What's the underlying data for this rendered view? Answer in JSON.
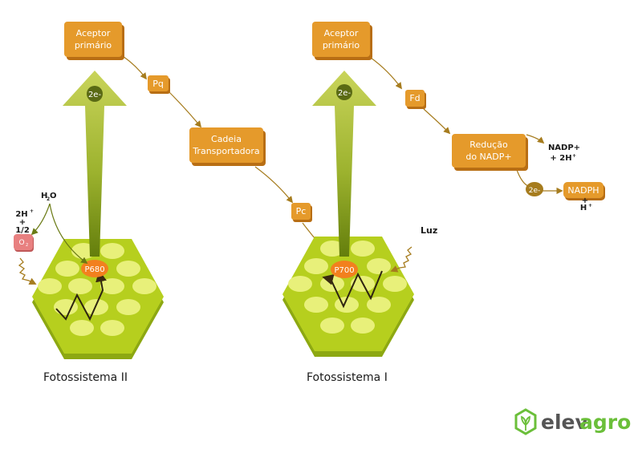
{
  "diagram": {
    "ps2": {
      "acceptor": [
        "Aceptor",
        "primário"
      ],
      "electrons": "2e-",
      "reaction_center": "P680",
      "photosystem_label": "Fotossistema II",
      "water": "H",
      "water_sub": "2",
      "water_o": "O",
      "products": [
        "2H",
        "+",
        "1/2"
      ],
      "products_sup": "+",
      "oxygen": "O",
      "oxygen_sub": "2"
    },
    "carriers": {
      "pq": "Pq",
      "chain": [
        "Cadeia",
        "Transportadora"
      ],
      "pc": "Pc",
      "fd": "Fd"
    },
    "ps1": {
      "acceptor": [
        "Aceptor",
        "primário"
      ],
      "electrons": "2e-",
      "reaction_center": "P700",
      "photosystem_label": "Fotossistema I",
      "light": "Luz"
    },
    "reduction": {
      "box": [
        "Redução",
        "do NADP+"
      ],
      "nadp": [
        "NADP+",
        "+ 2H"
      ],
      "nadp_sup": "+",
      "electrons": "2e-",
      "nadph": "NADPH",
      "nadph_products": [
        "+",
        "H"
      ],
      "nadph_sup": "+"
    },
    "colors": {
      "box_fill": "#E59A2B",
      "box_shadow": "#B86E14",
      "center_fill": "#F2801E",
      "hex_fill": "#B6CF1E",
      "hex_side": "#8DA812",
      "disk_fill": "#E8F07A",
      "arrow_top": "#B9C84A",
      "arrow_bottom": "#6E8A10",
      "electron_dot": "#5A6A14",
      "connector": "#A67C1E",
      "oxygen_fill": "#E88080",
      "logo_green": "#6BBF3A",
      "logo_gray": "#555555"
    }
  },
  "branding": {
    "logo_left": "elev",
    "logo_right": "agro"
  }
}
